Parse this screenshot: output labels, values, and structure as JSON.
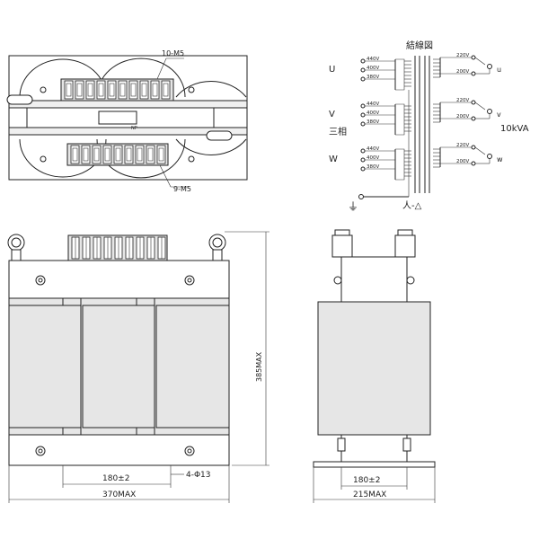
{
  "top_view": {
    "upper_terminal_label": "10-M5",
    "lower_terminal_label": "9-M5",
    "nameplate_label": "NP"
  },
  "wiring_diagram": {
    "title": "結線図",
    "phase_label": "三相",
    "capacity": "10kVA",
    "primary_phases": [
      {
        "name": "U",
        "taps": [
          "440V",
          "400V",
          "380V"
        ]
      },
      {
        "name": "V",
        "taps": [
          "440V",
          "400V",
          "380V"
        ]
      },
      {
        "name": "W",
        "taps": [
          "440V",
          "400V",
          "380V"
        ]
      }
    ],
    "secondary_phases": [
      {
        "name": "u",
        "taps": [
          "220V",
          "200V"
        ]
      },
      {
        "name": "v",
        "taps": [
          "220V",
          "200V"
        ]
      },
      {
        "name": "w",
        "taps": [
          "220V",
          "200V"
        ]
      }
    ],
    "connection_label": "人-△",
    "ground_symbol": "⏚"
  },
  "front_view": {
    "height_dim": "385MAX",
    "mount_pitch": "180±2",
    "width_dim": "370MAX",
    "hole_label": "4-Φ13"
  },
  "side_view": {
    "mount_pitch": "180±2",
    "depth_dim": "215MAX"
  }
}
